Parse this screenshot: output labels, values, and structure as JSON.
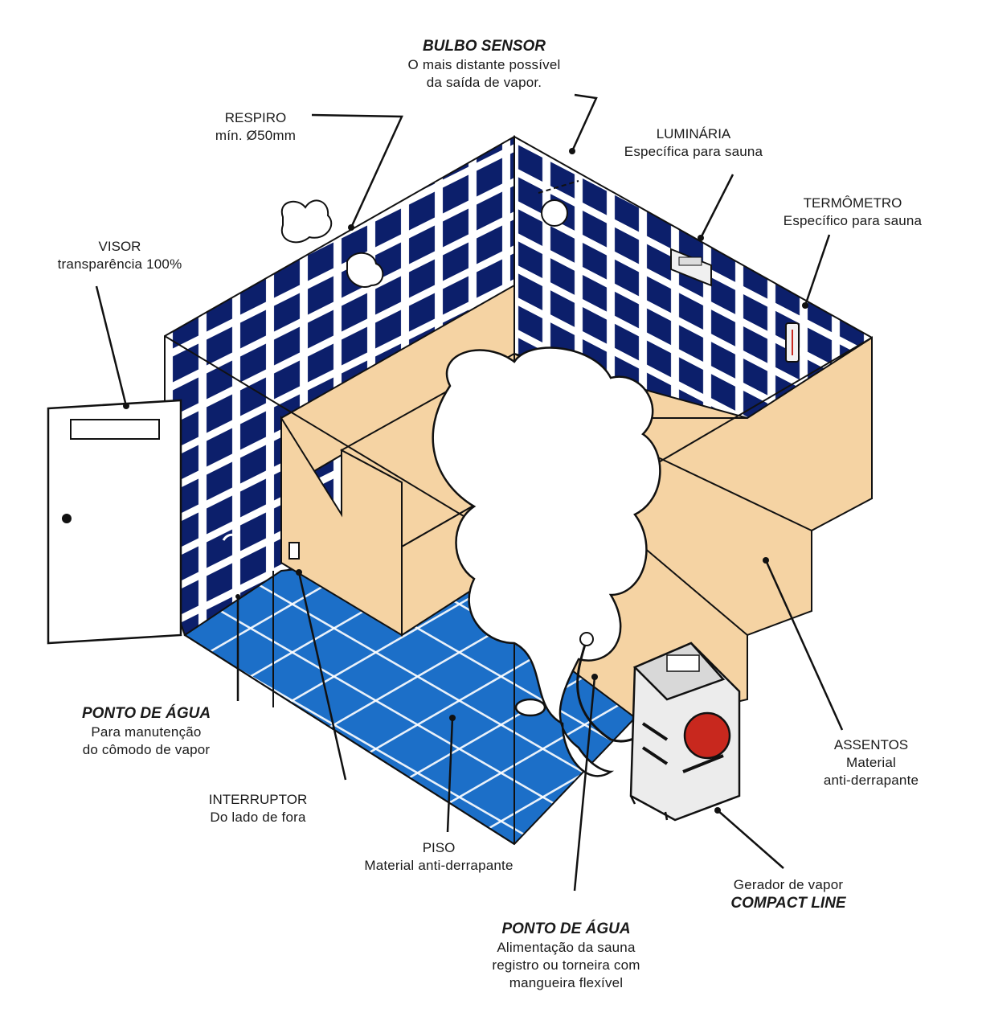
{
  "colors": {
    "tile_dark": "#0c1f6b",
    "floor_blue": "#1c6fc8",
    "wood": "#f5d3a3",
    "steam": "#ffffff",
    "outline": "#111111",
    "heater_red": "#c8281e"
  },
  "labels": {
    "bulbo": {
      "title": "BULBO SENSOR",
      "line1": "O mais distante possível",
      "line2": "da saída de vapor."
    },
    "respiro": {
      "title": "RESPIRO",
      "line1": "mín. Ø50mm"
    },
    "luminaria": {
      "title": "LUMINÁRIA",
      "line1": "Específica para sauna"
    },
    "termometro": {
      "title": "TERMÔMETRO",
      "line1": "Específico para sauna"
    },
    "visor": {
      "title": "VISOR",
      "line1": "transparência 100%"
    },
    "ponto_agua_1": {
      "title": "PONTO DE ÁGUA",
      "line1": "Para manutenção",
      "line2": "do cômodo de vapor"
    },
    "interruptor": {
      "title": "INTERRUPTOR",
      "line1": "Do lado de fora"
    },
    "piso": {
      "title": "PISO",
      "line1": "Material anti-derrapante"
    },
    "ponto_agua_2": {
      "title": "PONTO DE ÁGUA",
      "line1": "Alimentação da sauna",
      "line2": "registro ou torneira com",
      "line3": "mangueira flexível"
    },
    "gerador": {
      "line1": "Gerador de vapor",
      "title": "COMPACT LINE"
    },
    "assentos": {
      "title": "ASSENTOS",
      "line1": "Material",
      "line2": "anti-derrapante"
    }
  }
}
